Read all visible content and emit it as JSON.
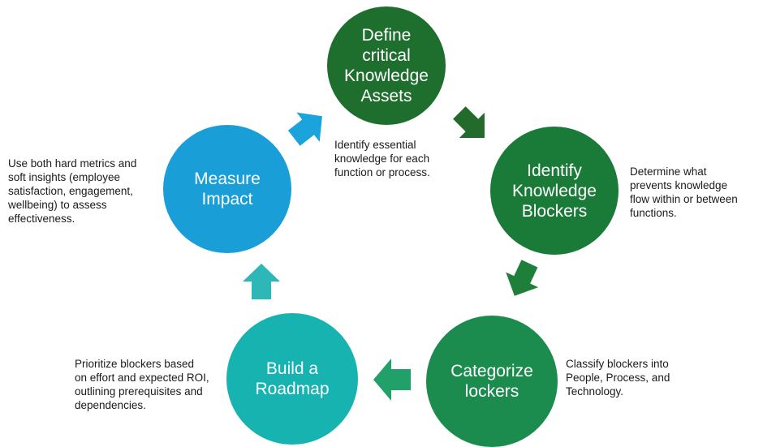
{
  "colors": {
    "define": "#1E6F2E",
    "identify": "#1A7A38",
    "categorize": "#1C8C4E",
    "build": "#17B3B1",
    "measure": "#1A9ED8",
    "arrow_1": "#236B2A",
    "arrow_2": "#1E7F3A",
    "arrow_3": "#22A06A",
    "arrow_4": "#2DB7B6",
    "arrow_5": "#1BA3DC"
  },
  "steps": [
    {
      "label": "Define\ncritical\nKnowledge\nAssets",
      "description": "Identify essential\nknowledge for each\nfunction or process."
    },
    {
      "label": "Identify\nKnowledge\nBlockers",
      "description": "Determine what\nprevents knowledge\nflow within or between\nfunctions."
    },
    {
      "label": "Categorize\nlockers",
      "description": "Classify blockers into\nPeople, Process, and\nTechnology."
    },
    {
      "label": "Build a\nRoadmap",
      "description": "Prioritize blockers based\non effort and expected ROI,\noutlining prerequisites and\ndependencies."
    },
    {
      "label": "Measure\nImpact",
      "description": "Use both hard metrics and\nsoft insights (employee\nsatisfaction, engagement,\nwellbeing) to assess\neffectiveness."
    }
  ]
}
